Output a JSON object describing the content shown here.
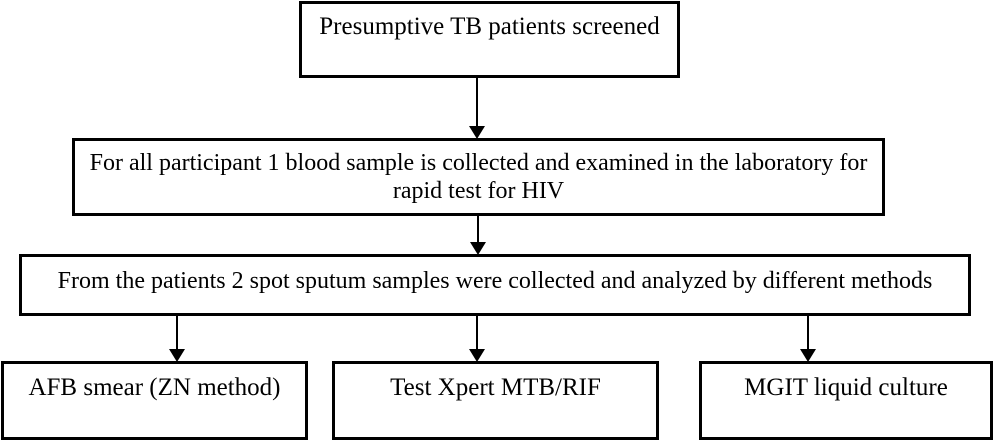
{
  "diagram": {
    "type": "flowchart",
    "orientation": "top-to-bottom",
    "background_color": "#ffffff",
    "line_color": "#000000",
    "text_color": "#000000",
    "nodes": [
      {
        "id": "screened",
        "label": "Presumptive TB patients screened",
        "shape": "rectangle",
        "level": 1
      },
      {
        "id": "blood_sample",
        "label": "For all participant 1 blood sample is collected and examined in the laboratory for rapid test for HIV",
        "shape": "rectangle",
        "level": 2
      },
      {
        "id": "sputum",
        "label": "From the patients 2 spot sputum samples were collected and analyzed by different methods",
        "shape": "rectangle",
        "level": 3
      },
      {
        "id": "afb_smear",
        "label": "AFB smear (ZN method)",
        "shape": "rectangle",
        "level": 4
      },
      {
        "id": "xpert",
        "label": "Test Xpert MTB/RIF",
        "shape": "rectangle",
        "level": 4
      },
      {
        "id": "mgit",
        "label": "MGIT liquid culture",
        "shape": "rectangle",
        "level": 4
      }
    ],
    "edges": [
      {
        "id": "screened_to_blood",
        "from": "screened",
        "to": "blood_sample",
        "style": "solid",
        "arrowhead": "filled-triangle"
      },
      {
        "id": "blood_to_sputum",
        "from": "blood_sample",
        "to": "sputum",
        "style": "solid",
        "arrowhead": "filled-triangle"
      },
      {
        "id": "sputum_to_afb",
        "from": "sputum",
        "to": "afb_smear",
        "style": "solid",
        "arrowhead": "filled-triangle"
      },
      {
        "id": "sputum_to_xpert",
        "from": "sputum",
        "to": "xpert",
        "style": "solid",
        "arrowhead": "filled-triangle"
      },
      {
        "id": "sputum_to_mgit",
        "from": "sputum",
        "to": "mgit",
        "style": "solid",
        "arrowhead": "filled-triangle"
      }
    ]
  }
}
